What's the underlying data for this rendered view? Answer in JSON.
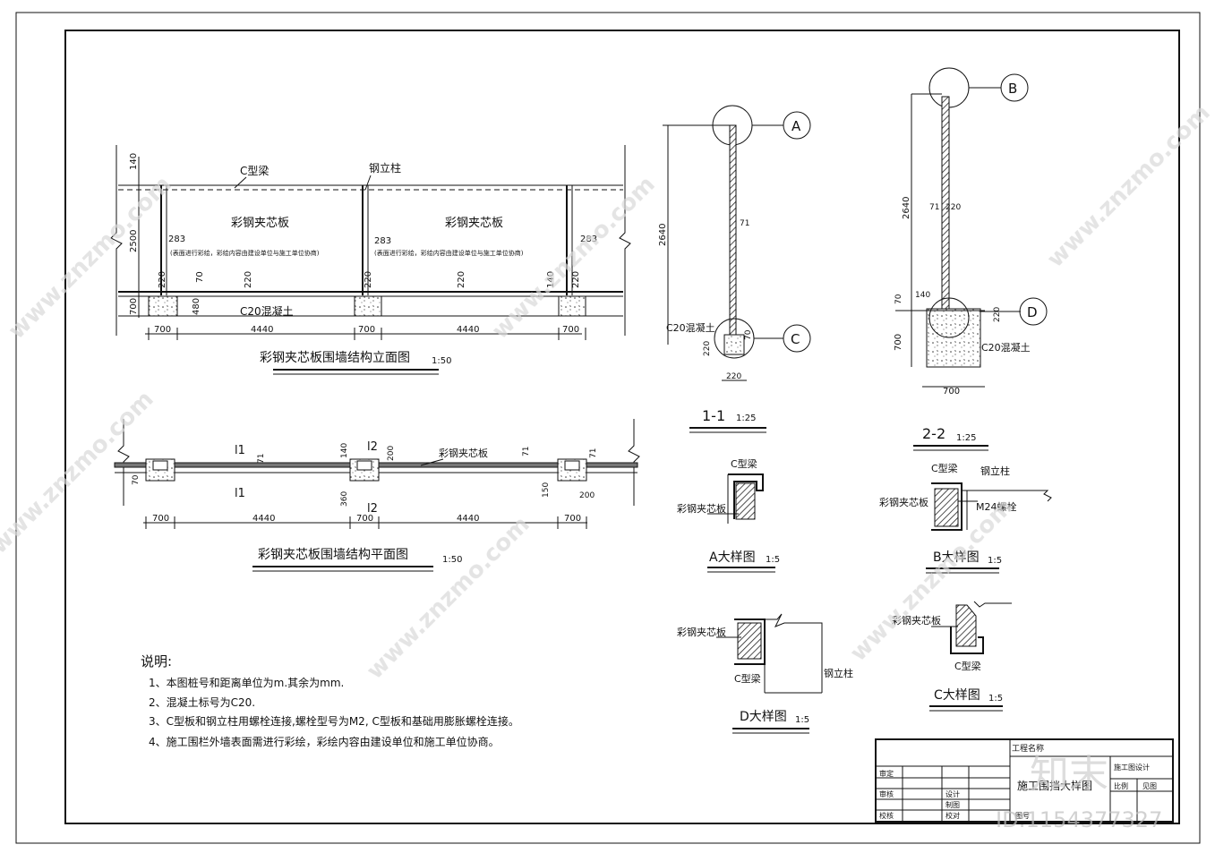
{
  "elevation": {
    "title": "彩钢夹芯板围墙结构立面图",
    "scale": "1:50",
    "labels": {
      "c_beam": "C型梁",
      "steel_post": "钢立柱",
      "panel_left": "彩钢夹芯板",
      "panel_right": "彩钢夹芯板",
      "note_left": "(表面进行彩绘，彩绘内容由建设单位与施工单位协商)",
      "note_right": "(表面进行彩绘，彩绘内容由建设单位与施工单位协商)",
      "concrete": "C20混凝土"
    },
    "dims": {
      "d140": "140",
      "d2500": "2500",
      "d700": "700",
      "d283a": "283",
      "d283b": "283",
      "d283c": "283",
      "d220a": "220",
      "d220b": "220",
      "d220c": "220",
      "d220d": "220",
      "d70": "70",
      "d480": "480",
      "d140b": "140",
      "d220e": "220",
      "b700a": "700",
      "b4440a": "4440",
      "b700b": "700",
      "b4440b": "4440",
      "b700c": "700"
    }
  },
  "plan": {
    "title": "彩钢夹芯板围墙结构平面图",
    "scale": "1:50",
    "labels": {
      "l1_top": "l1",
      "l2_top": "l2",
      "l1_bot": "l1",
      "l2_bot": "l2",
      "panel": "彩钢夹芯板"
    },
    "dims": {
      "d71a": "71",
      "d140": "140",
      "d200a": "200",
      "d71b": "71",
      "d70": "70",
      "d360": "360",
      "d150": "150",
      "d200b": "200",
      "d71c": "71",
      "b700a": "700",
      "b4440a": "4440",
      "b700b": "700",
      "b4440b": "4440",
      "b700c": "700"
    }
  },
  "section11": {
    "title": "1-1",
    "scale": "1:25",
    "labels": {
      "a": "A",
      "c": "C",
      "concrete": "C20混凝土"
    },
    "dims": {
      "d2640": "2640",
      "d71": "71",
      "d70": "70",
      "d220a": "220",
      "d220b": "220"
    }
  },
  "section22": {
    "title": "2-2",
    "scale": "1:25",
    "labels": {
      "b": "B",
      "d": "D",
      "concrete": "C20混凝土"
    },
    "dims": {
      "d2640": "2640",
      "d71": "71",
      "d220": "220",
      "d140": "140",
      "d70": "70",
      "d220b": "220",
      "d700a": "700",
      "d700b": "700"
    }
  },
  "detailA": {
    "title": "A大样图",
    "scale": "1:5",
    "labels": {
      "beam": "C型梁",
      "panel": "彩钢夹芯板"
    }
  },
  "detailB": {
    "title": "B大样图",
    "scale": "1:5",
    "labels": {
      "beam": "C型梁",
      "post": "钢立柱",
      "panel": "彩钢夹芯板",
      "bolt": "M24螺栓"
    }
  },
  "detailC": {
    "title": "C大样图",
    "scale": "1:5",
    "labels": {
      "panel": "彩钢夹芯板",
      "beam": "C型梁"
    }
  },
  "detailD": {
    "title": "D大样图",
    "scale": "1:5",
    "labels": {
      "panel": "彩钢夹芯板",
      "beam": "C型梁",
      "post": "钢立柱"
    }
  },
  "notes": {
    "heading": "说明:",
    "items": [
      "1、本图桩号和距离单位为m.其余为mm.",
      "2、混凝土标号为C20.",
      "3、C型板和钢立柱用螺栓连接,螺栓型号为M2, C型板和基础用膨胀螺栓连接。",
      "4、施工围栏外墙表面需进行彩绘，彩绘内容由建设单位和施工单位协商。"
    ]
  },
  "title_block": {
    "project_label": "工程名称",
    "drawing_name": "施工围挡大样图",
    "stage": "施工图设计",
    "approve": "审定",
    "review": "审核",
    "check": "校核",
    "design": "设计",
    "draw": "制图",
    "proof": "校对",
    "scale_label": "比例",
    "scale_value": "见图",
    "drawing_no_label": "图号"
  },
  "watermark": {
    "site": "www.znzmo.com",
    "brand": "知末",
    "id": "ID:1154377327"
  }
}
